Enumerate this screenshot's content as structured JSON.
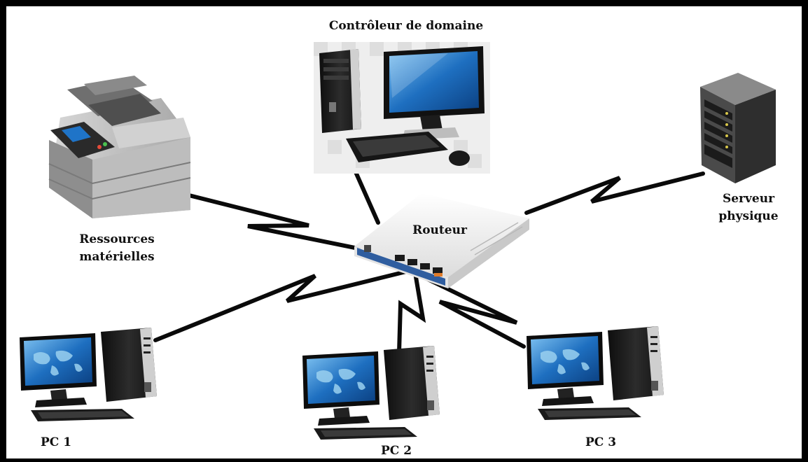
{
  "diagram": {
    "nodes": {
      "domain_controller": {
        "label": "Contrôleur de domaine",
        "icon": "desktop-computer-icon"
      },
      "hardware_resources": {
        "label_line1": "Ressources",
        "label_line2": "matérielles",
        "icon": "printer-icon"
      },
      "router": {
        "label": "Routeur",
        "icon": "router-icon"
      },
      "physical_server": {
        "label_line1": "Serveur",
        "label_line2": "physique",
        "icon": "server-rack-icon"
      },
      "pc1": {
        "label": "PC 1",
        "icon": "desktop-computer-icon"
      },
      "pc2": {
        "label": "PC 2",
        "icon": "desktop-computer-icon"
      },
      "pc3": {
        "label": "PC 3",
        "icon": "desktop-computer-icon"
      }
    },
    "links": [
      {
        "from": "router",
        "to": "hardware_resources",
        "style": "zigzag"
      },
      {
        "from": "router",
        "to": "domain_controller",
        "style": "straight"
      },
      {
        "from": "router",
        "to": "physical_server",
        "style": "zigzag"
      },
      {
        "from": "router",
        "to": "pc1",
        "style": "zigzag"
      },
      {
        "from": "router",
        "to": "pc2",
        "style": "zigzag"
      },
      {
        "from": "router",
        "to": "pc3",
        "style": "zigzag"
      }
    ],
    "colors": {
      "frame": "#000000",
      "link": "#0a0a0a",
      "screen": "#1e6fc0",
      "router_port": "#e07b2a"
    }
  }
}
